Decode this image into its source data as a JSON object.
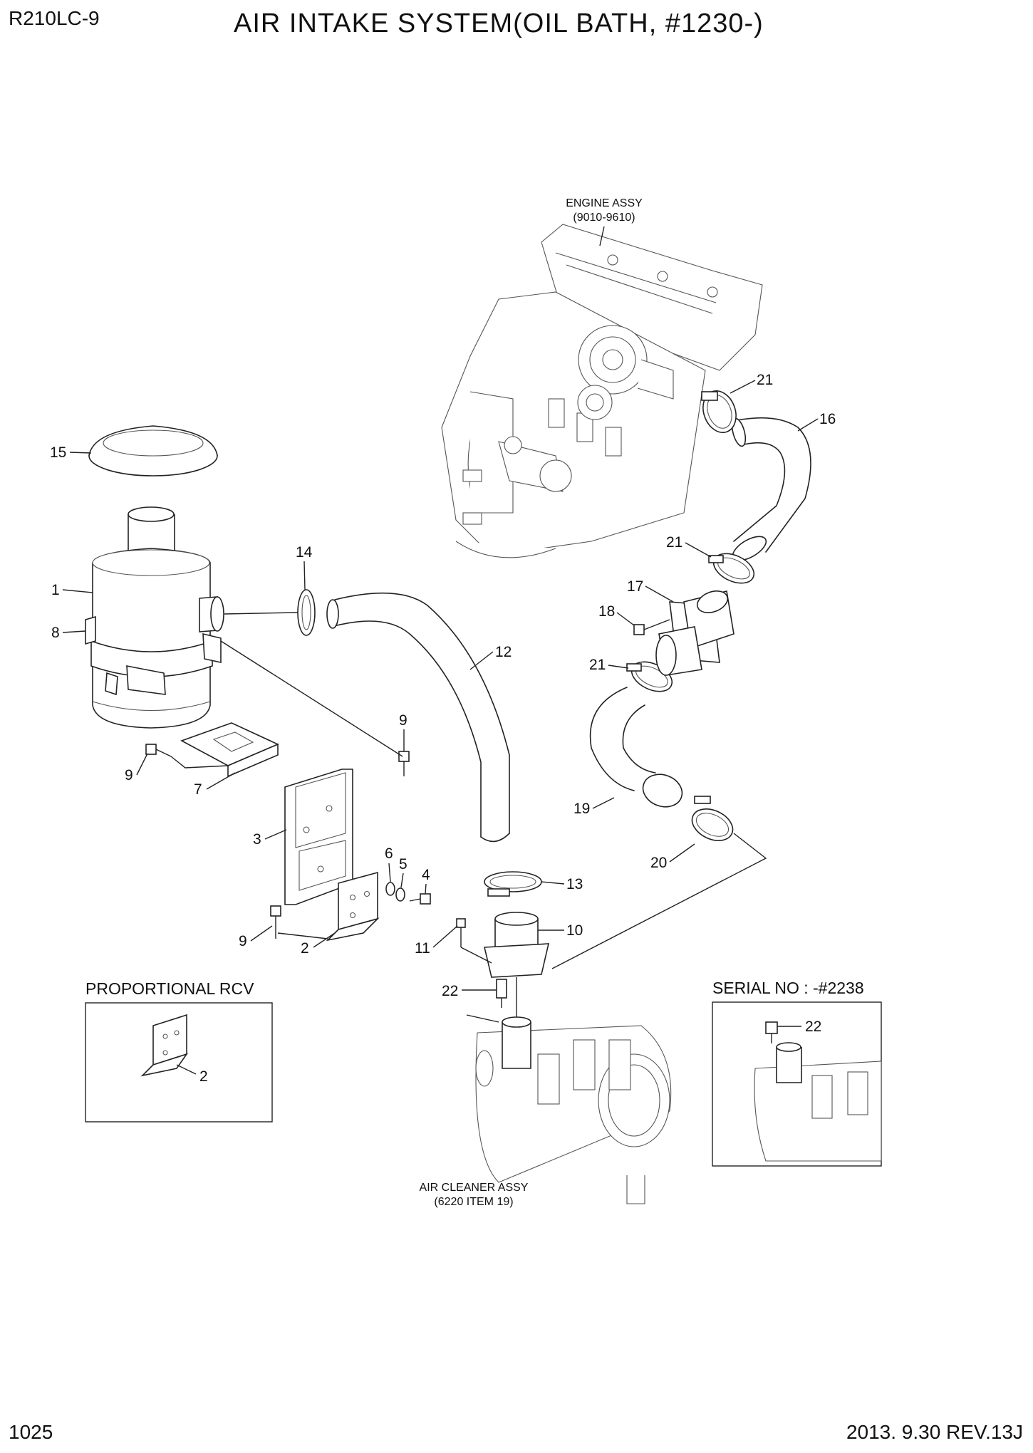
{
  "header": {
    "model": "R210LC-9",
    "title": "AIR INTAKE SYSTEM(OIL BATH, #1230-)"
  },
  "footer": {
    "page": "1025",
    "revision": "2013. 9.30  REV.13J"
  },
  "captions": {
    "engine_assy": "ENGINE ASSY",
    "engine_ref": "(9010-9610)",
    "air_cleaner_assy": "AIR CLEANER ASSY",
    "air_cleaner_ref": "(6220 ITEM 19)"
  },
  "insets": {
    "proportional_rcv": {
      "title": "PROPORTIONAL RCV",
      "callout": "2"
    },
    "serial_no": {
      "title": "SERIAL NO : -#2238",
      "callout": "22"
    }
  },
  "callouts": {
    "c1": "1",
    "c2a": "2",
    "c3": "3",
    "c4": "4",
    "c5": "5",
    "c6": "6",
    "c7": "7",
    "c8": "8",
    "c9a": "9",
    "c9b": "9",
    "c9c": "9",
    "c10": "10",
    "c11": "11",
    "c12": "12",
    "c13": "13",
    "c14": "14",
    "c15": "15",
    "c16": "16",
    "c17": "17",
    "c18": "18",
    "c19": "19",
    "c20": "20",
    "c21a": "21",
    "c21b": "21",
    "c21c": "21",
    "c22": "22"
  }
}
